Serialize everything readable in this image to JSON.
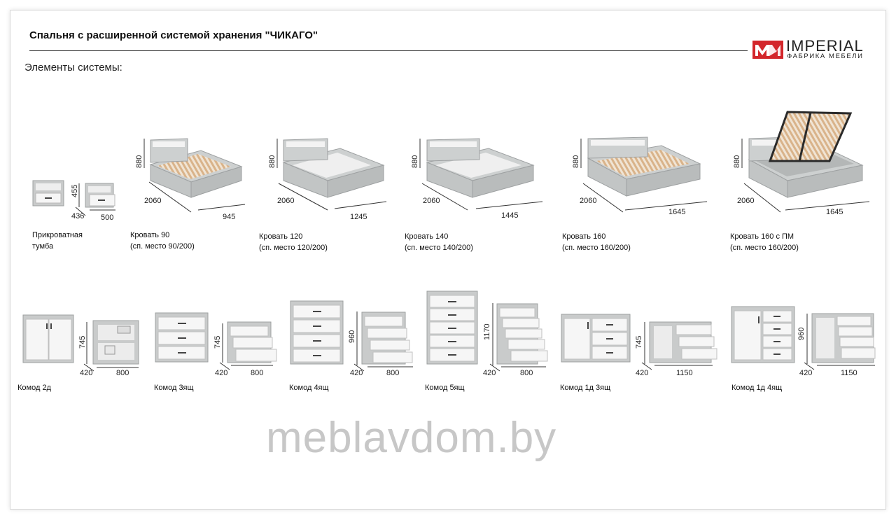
{
  "title": "Спальня с расширенной системой хранения \"ЧИКАГО\"",
  "subtitle": "Элементы системы:",
  "brand": {
    "name": "IMPERIAL",
    "tagline": "ФАБРИКА МЕБЕЛИ",
    "mark_color": "#d3262b"
  },
  "watermark": "meblavdom.by",
  "icons": [
    "imperial-logo-icon",
    "bedside-table-illustration",
    "bed-illustration",
    "chest-of-drawers-illustration"
  ],
  "row1": [
    {
      "line1": "Прикроватная",
      "line2": "тумба",
      "height": "455",
      "depth": "436",
      "width": "500"
    },
    {
      "line1": "Кровать 90",
      "line2": "(сп. место 90/200)",
      "height": "880",
      "depth": "2060",
      "width": "945"
    },
    {
      "line1": "Кровать 120",
      "line2": "(сп. место 120/200)",
      "height": "880",
      "depth": "2060",
      "width": "1245"
    },
    {
      "line1": "Кровать 140",
      "line2": "(сп. место 140/200)",
      "height": "880",
      "depth": "2060",
      "width": "1445"
    },
    {
      "line1": "Кровать 160",
      "line2": "(сп. место 160/200)",
      "height": "880",
      "depth": "2060",
      "width": "1645"
    },
    {
      "line1": "Кровать 160 с ПМ",
      "line2": "(сп. место 160/200)",
      "height": "880",
      "depth": "2060",
      "width": "1645"
    }
  ],
  "row2": [
    {
      "label": "Комод 2д",
      "height": "745",
      "depth": "420",
      "width": "800"
    },
    {
      "label": "Комод 3ящ",
      "height": "745",
      "depth": "420",
      "width": "800"
    },
    {
      "label": "Комод 4ящ",
      "height": "960",
      "depth": "420",
      "width": "800"
    },
    {
      "label": "Комод 5ящ",
      "height": "1170",
      "depth": "420",
      "width": "800"
    },
    {
      "label": "Комод 1д 3ящ",
      "height": "745",
      "depth": "420",
      "width": "1150"
    },
    {
      "label": "Комод 1д 4ящ",
      "height": "960",
      "depth": "420",
      "width": "1150"
    }
  ],
  "colors": {
    "concrete": "#c9cbcb",
    "concrete_dark": "#a9acad",
    "white_front": "#f4f4f4",
    "slats": "#d9b38a",
    "frame_black": "#2a2a2a"
  }
}
